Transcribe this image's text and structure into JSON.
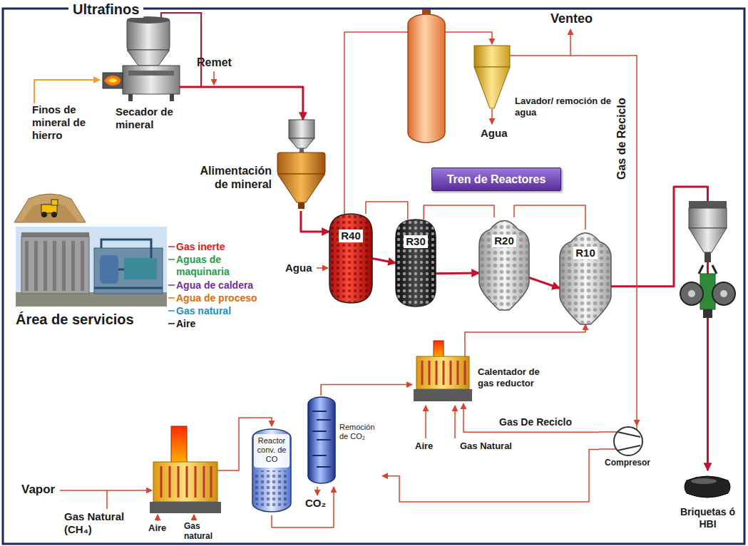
{
  "diagram": {
    "nodes": [
      {
        "text": [
          "Finos de mineral de hierro"
        ]
      },
      {
        "text": [
          "Secador de mineral"
        ]
      },
      {
        "text": [
          "Alimentación de mineral"
        ]
      },
      {
        "text": [
          "Lavador/ remoción de agua"
        ]
      },
      {
        "text": [
          "Tren de Reactores"
        ]
      },
      {
        "text": [
          "R40"
        ]
      },
      {
        "text": [
          "R30"
        ]
      },
      {
        "text": [
          "R20"
        ]
      },
      {
        "text": [
          "R10"
        ]
      },
      {
        "text": [
          "Área de servicios"
        ]
      },
      {
        "text": [
          "Reactor conv. de CO"
        ]
      },
      {
        "text": [
          "Remoción de CO₂"
        ]
      },
      {
        "text": [
          "Calentador de gas reductor"
        ]
      },
      {
        "text": [
          "Compresor"
        ]
      },
      {
        "text": [
          "Briquetas ó HBI"
        ]
      }
    ],
    "edges": [
      {
        "from": 0,
        "to": 1,
        "arrow": "to"
      },
      {
        "from": 1,
        "to": 2,
        "arrow": "to"
      },
      {
        "from": 2,
        "to": 5,
        "arrow": "to"
      },
      {
        "from": 5,
        "to": 6,
        "arrow": "to"
      },
      {
        "from": 6,
        "to": 7,
        "arrow": "to"
      },
      {
        "from": 7,
        "to": 8,
        "arrow": "to"
      },
      {
        "from": 8,
        "to": 14,
        "arrow": "to"
      },
      {
        "from": 8,
        "to": 7,
        "arrow": "none"
      },
      {
        "from": 7,
        "to": 6,
        "arrow": "none"
      },
      {
        "from": 6,
        "to": 5,
        "arrow": "none"
      },
      {
        "from": 5,
        "to": 3,
        "arrow": "to"
      },
      {
        "from": 3,
        "to": 13,
        "arrow": "to"
      },
      {
        "from": 13,
        "to": 12,
        "arrow": "to"
      },
      {
        "from": 13,
        "to": 11,
        "arrow": "to"
      },
      {
        "from": 10,
        "to": 11,
        "arrow": "to"
      },
      {
        "from": 11,
        "to": 12,
        "arrow": "to"
      },
      {
        "from": 12,
        "to": 8,
        "arrow": "to"
      }
    ],
    "labels": [
      "Ultrafinos",
      "Remet",
      "Venteo",
      "Agua",
      "Gas de Reciclo",
      "Agua",
      "Gas inerte",
      "Aguas de maquinaria",
      "Agua de caldera",
      "Agua de proceso",
      "Gas natural",
      "Aire",
      "CO₂",
      "Gas De Reciclo",
      "Aire",
      "Gas Natural",
      "Vapor",
      "Gas Natural (CH₄)",
      "Aire",
      "Gas natural"
    ]
  }
}
